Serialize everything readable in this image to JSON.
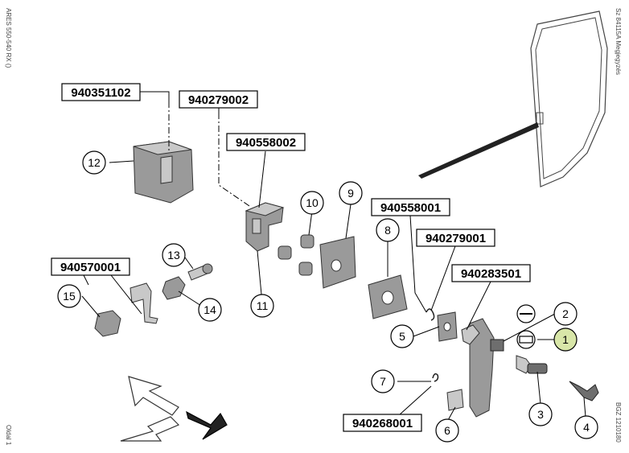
{
  "margin_text": {
    "left_top": "ARES 550-540 RX ()",
    "left_bottom": "Oldal 1",
    "right_top": "Sz 84115A   Megjegyzés",
    "right_bottom": "BGZ 1210180"
  },
  "part_numbers": {
    "p940351102": "940351102",
    "p940279002": "940279002",
    "p940558002": "940558002",
    "p940558001": "940558001",
    "p940279001": "940279001",
    "p940570001": "940570001",
    "p940283501": "940283501",
    "p940268001": "940268001"
  },
  "callouts": {
    "c1": "1",
    "c2": "2",
    "c3": "3",
    "c4": "4",
    "c5": "5",
    "c6": "6",
    "c7": "7",
    "c8": "8",
    "c9": "9",
    "c10": "10",
    "c11": "11",
    "c12": "12",
    "c13": "13",
    "c14": "14",
    "c15": "15"
  },
  "colors": {
    "highlight": "#d8e6a8",
    "part_fill": "#9a9a9a"
  }
}
